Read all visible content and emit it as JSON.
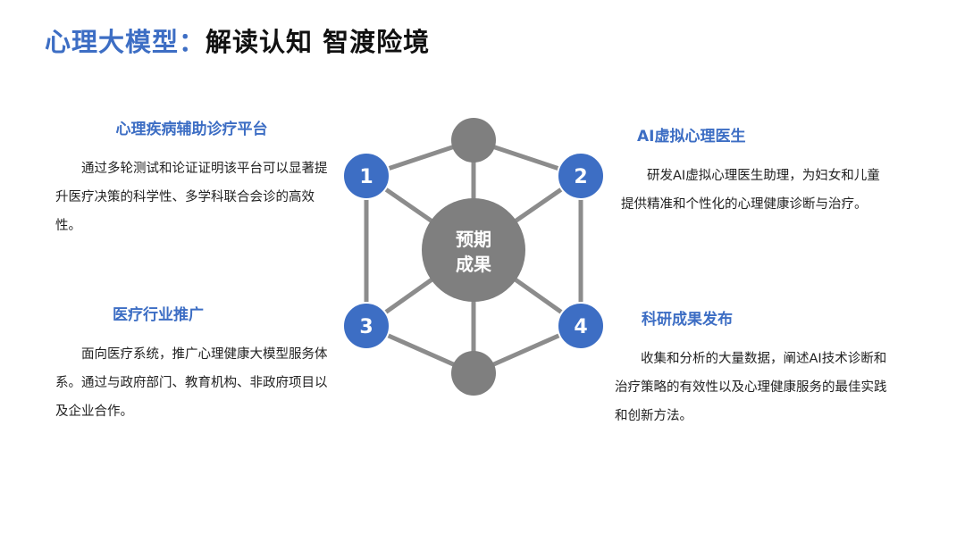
{
  "title": {
    "accent": "心理大模型：",
    "rest": "解读认知 智渡险境"
  },
  "diagram": {
    "center_label_line1": "预期",
    "center_label_line2": "成果",
    "nodes": [
      "1",
      "2",
      "3",
      "4"
    ],
    "colors": {
      "blue": "#3d6ec4",
      "gray": "#7f7f7f",
      "line": "#8c8c8c"
    }
  },
  "sections": [
    {
      "heading": "心理疾病辅助诊疗平台",
      "body": "通过多轮测试和论证证明该平台可以显著提升医疗决策的科学性、多学科联合会诊的高效性。"
    },
    {
      "heading": "AI虚拟心理医生",
      "body": "研发AI虚拟心理医生助理，为妇女和儿童提供精准和个性化的心理健康诊断与治疗。"
    },
    {
      "heading": "医疗行业推广",
      "body": "面向医疗系统，推广心理健康大模型服务体系。通过与政府部门、教育机构、非政府项目以及企业合作。"
    },
    {
      "heading": "科研成果发布",
      "body": "收集和分析的大量数据，阐述AI技术诊断和治疗策略的有效性以及心理健康服务的最佳实践和创新方法。"
    }
  ]
}
